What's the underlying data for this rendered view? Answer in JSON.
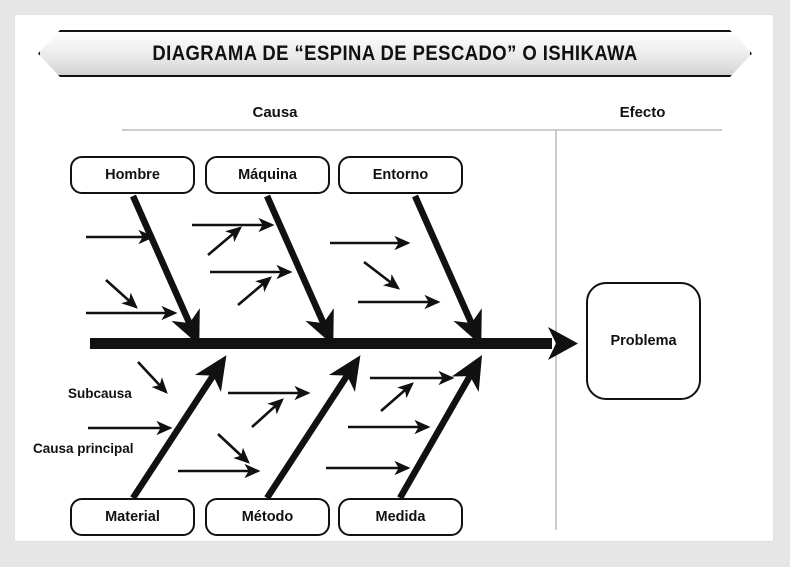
{
  "banner": {
    "title": "DIAGRAMA DE “ESPINA DE PESCADO” O ISHIKAWA"
  },
  "sections": {
    "cause_label": "Causa",
    "effect_label": "Efecto"
  },
  "categories": {
    "top": [
      {
        "id": "hombre",
        "label": "Hombre"
      },
      {
        "id": "maquina",
        "label": "Máquina"
      },
      {
        "id": "entorno",
        "label": "Entorno"
      }
    ],
    "bottom": [
      {
        "id": "material",
        "label": "Material"
      },
      {
        "id": "metodo",
        "label": "Método"
      },
      {
        "id": "medida",
        "label": "Medida"
      }
    ]
  },
  "effect": {
    "label": "Problema"
  },
  "annotations": {
    "subcause": "Subcausa",
    "main_cause": "Causa principal"
  },
  "colors": {
    "ink": "#111111",
    "page_background": "#e6e6e6",
    "card_background": "#ffffff",
    "divider": "#bdbdbd",
    "banner_gradient_top": "#fdfdfd",
    "banner_gradient_bottom": "#d2d2d2"
  },
  "chart_data": {
    "type": "diagram",
    "diagram_kind": "ishikawa-fishbone",
    "title": "DIAGRAMA DE “ESPINA DE PESCADO” O ISHIKAWA",
    "effect": "Problema",
    "branches": [
      {
        "name": "Hombre",
        "side": "top",
        "subcauses": 3
      },
      {
        "name": "Máquina",
        "side": "top",
        "subcauses": 4
      },
      {
        "name": "Entorno",
        "side": "top",
        "subcauses": 3
      },
      {
        "name": "Material",
        "side": "bottom",
        "subcauses": 2
      },
      {
        "name": "Método",
        "side": "bottom",
        "subcauses": 4
      },
      {
        "name": "Medida",
        "side": "bottom",
        "subcauses": 4
      }
    ],
    "legend": [
      "Subcausa",
      "Causa principal"
    ],
    "sections": [
      "Causa",
      "Efecto"
    ]
  }
}
